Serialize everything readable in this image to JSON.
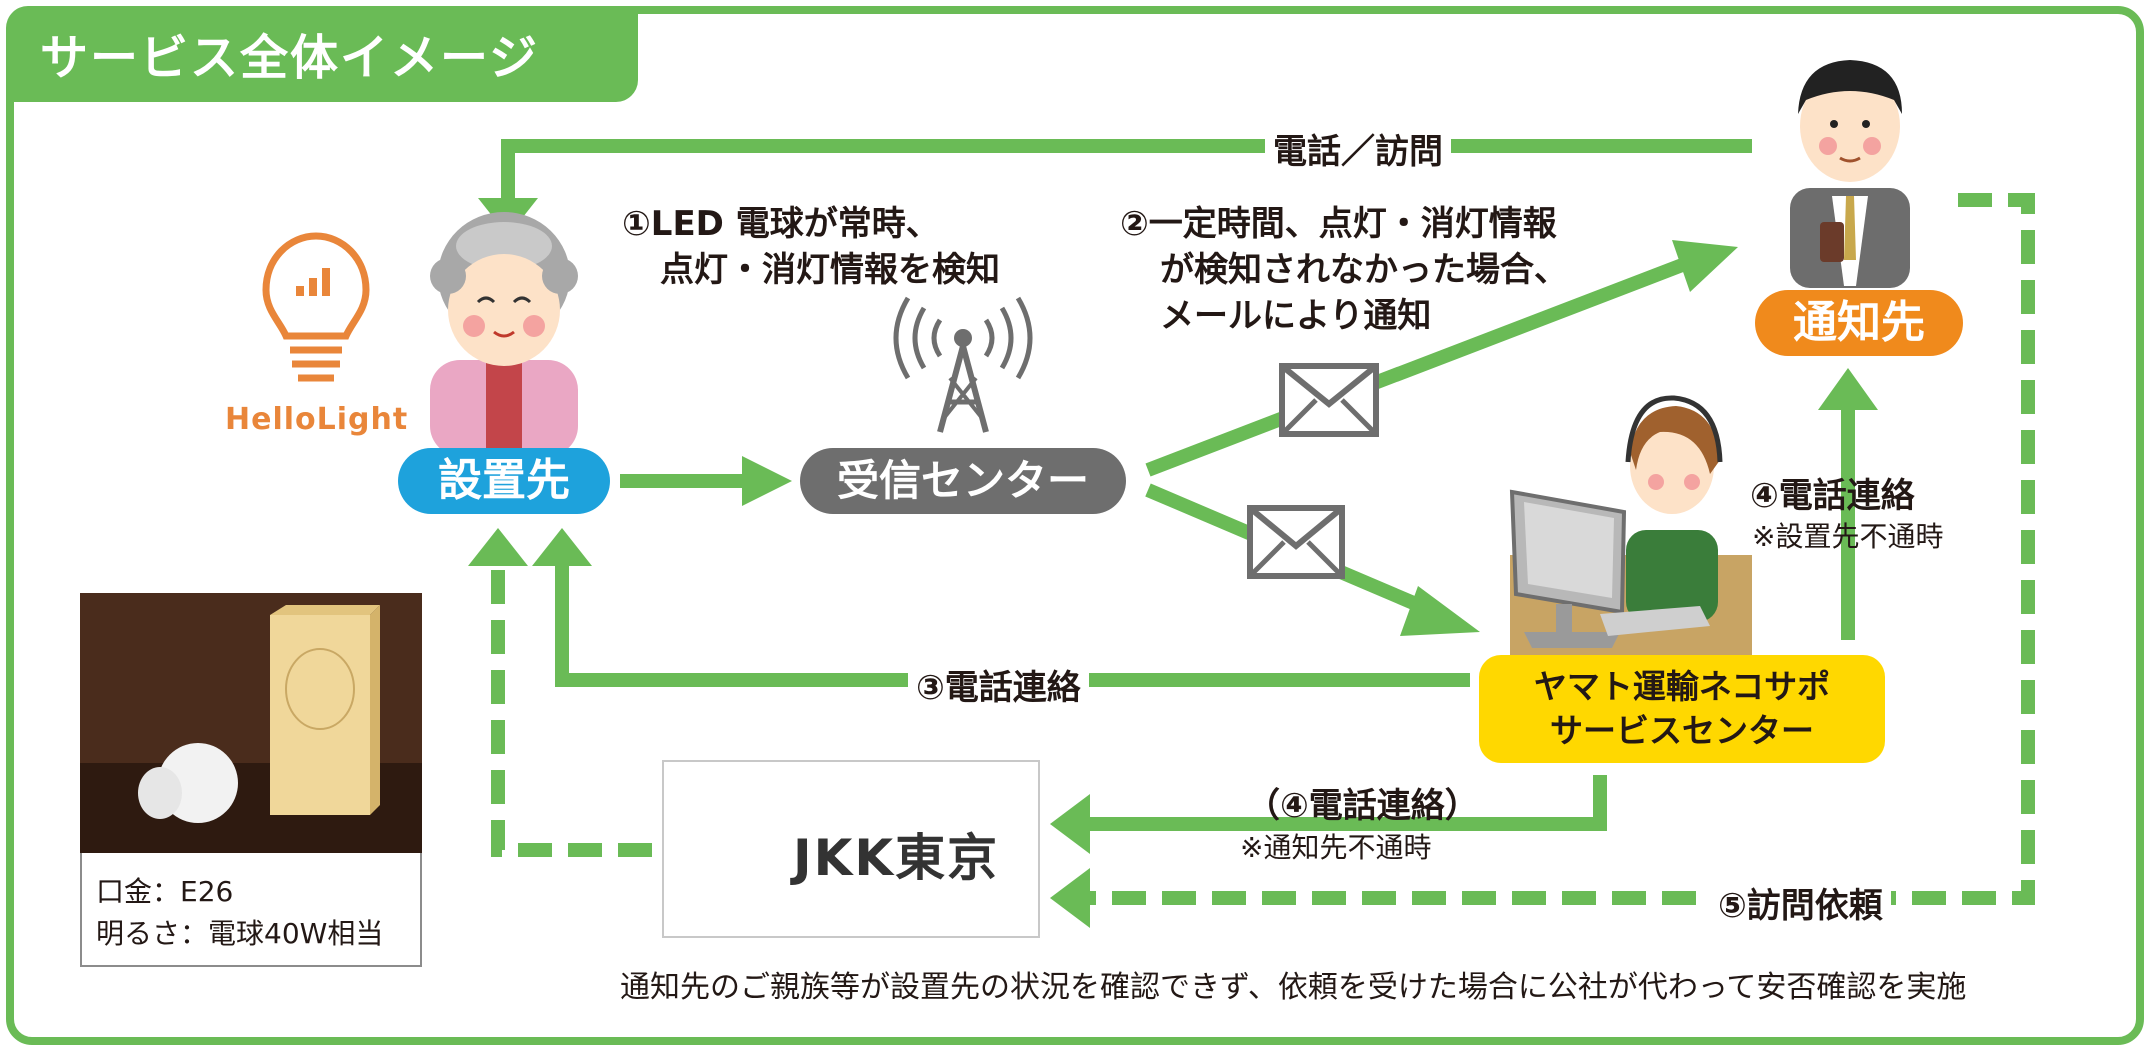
{
  "title": "サービス全体イメージ",
  "nodes": {
    "installation": "設置先",
    "receiving_center": "受信センター",
    "notify_target": "通知先",
    "support_center_line1": "ヤマト運輸ネコサポ",
    "support_center_line2": "サービスセンター"
  },
  "labels": {
    "phone_visit": "電話／訪問",
    "step1_line1": "①LED 電球が常時、",
    "step1_line2": "点灯・消灯情報を検知",
    "step2_line1": "②一定時間、点灯・消灯情報",
    "step2_line2": "が検知されなかった場合、",
    "step2_line3": "メールにより通知",
    "step3_call": "③電話連絡",
    "step4_call": "④電話連絡",
    "step4_note": "※設置先不通時",
    "step4_call_paren": "（④電話連絡）",
    "step4_note2": "※通知先不通時",
    "step5_visit": "⑤訪問依頼",
    "footer": "通知先のご親族等が設置先の状況を確認できず、依頼を受けた場合に公社が代わって安否確認を実施"
  },
  "logos": {
    "hellolight": "HelloLight",
    "jkk": "JKK東京"
  },
  "product": {
    "base": "口金：E26",
    "brightness": "明るさ：電球40W相当"
  },
  "colors": {
    "accent_green": "#6abb56",
    "installation_blue": "#1ea2dc",
    "receiving_gray": "#6e6e6e",
    "notify_orange": "#f08a1c",
    "support_yellow": "#ffd800",
    "jkk_yellow": "#f5c800"
  }
}
